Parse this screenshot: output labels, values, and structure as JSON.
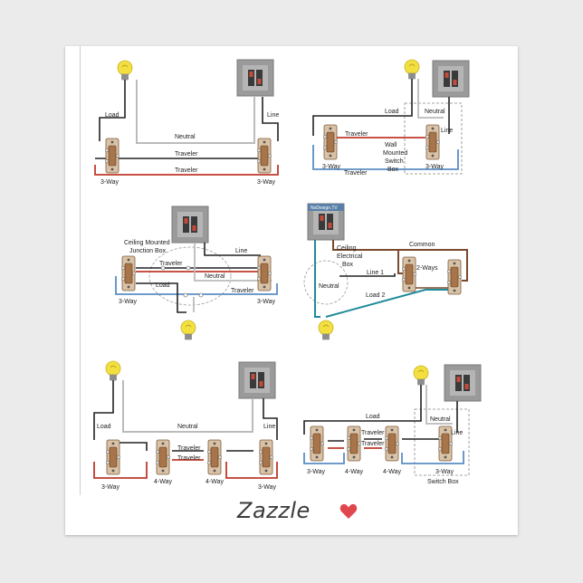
{
  "brand": {
    "name": "Zazzle",
    "accent": "#e0474c"
  },
  "colors": {
    "neutral_wire": "#bbbbbb",
    "traveler_red": "#c0392b",
    "traveler_blue": "#5b8dc4",
    "black_wire": "#222222",
    "teal_wire": "#1f8a9a",
    "brown_wire": "#7a4a2e",
    "panel": "#9a9a9a",
    "bulb": "#f3e040"
  },
  "diagram1": {
    "load": "Load",
    "line": "Line",
    "neutral": "Neutral",
    "traveler_top": "Traveler",
    "traveler_bottom": "Traveler",
    "switch_left": "3-Way",
    "switch_right": "3-Way"
  },
  "diagram2": {
    "load": "Load",
    "neutral": "Neutral",
    "line": "Line",
    "traveler_top": "Traveler",
    "traveler_bottom": "Traveler",
    "box_line1": "Wall",
    "box_line2": "Mounted",
    "box_line3": "Switch",
    "box_line4": "Box",
    "switch_left": "3-Way",
    "switch_right": "3-Way"
  },
  "diagram3": {
    "box_line1": "Ceiling Mounted",
    "box_line2": "Junction Box",
    "line": "Line",
    "traveler_top": "Traveler",
    "neutral": "Neutral",
    "load": "Load",
    "traveler_bottom": "Traveler",
    "switch_left": "3-Way",
    "switch_right": "3-Way"
  },
  "diagram4": {
    "panel_caption": "NoDesign.TV",
    "box_line1": "Ceiling",
    "box_line2": "Electrical",
    "box_line3": "Box",
    "common": "Common",
    "line1": "Line 1",
    "ways": "2-Ways",
    "neutral": "Neutral",
    "line2": "Load 2"
  },
  "diagram5": {
    "load": "Load",
    "line": "Line",
    "neutral": "Neutral",
    "traveler_top": "Traveler",
    "traveler_bottom": "Traveler",
    "switch_1": "3-Way",
    "switch_2": "4-Way",
    "switch_3": "4-Way",
    "switch_4": "3-Way"
  },
  "diagram6": {
    "load": "Load",
    "neutral": "Neutral",
    "line": "Line",
    "traveler_top": "Traveler",
    "traveler_bottom": "Traveler",
    "switch_1": "3-Way",
    "switch_2": "4-Way",
    "switch_3": "4-Way",
    "switch_4": "3-Way",
    "box_label": "Switch Box"
  }
}
